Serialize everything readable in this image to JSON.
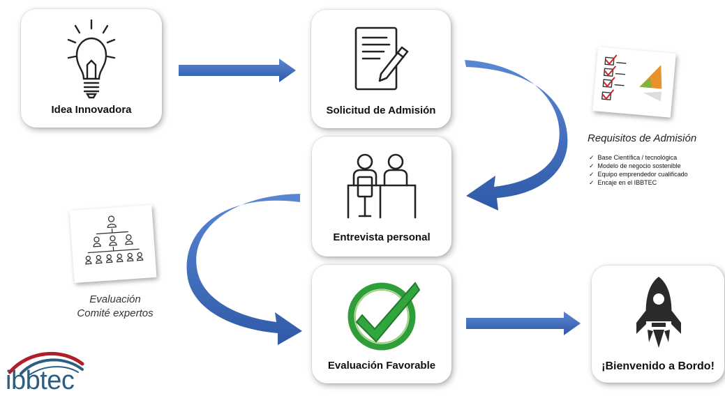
{
  "steps": {
    "idea": "Idea Innovadora",
    "solicitud": "Solicitud de Admisión",
    "entrevista": "Entrevista personal",
    "favorable": "Evaluación Favorable",
    "bienvenido": "¡Bienvenido a Bordo!"
  },
  "requisitos": {
    "title": "Requisitos de Admisión",
    "items": [
      "Base Científica / tecnológica",
      "Modelo de negocio sostenible",
      "Equipo emprendedor cualificado",
      "Encaje en el IBBTEC"
    ]
  },
  "evaluacion": {
    "line1": "Evaluación",
    "line2": "Comité expertos"
  },
  "logo": {
    "text": "ibbtec"
  },
  "colors": {
    "arrow": "#3f6cc0",
    "check_green": "#2f9e3a",
    "logo_blue": "#2c5e84",
    "logo_red": "#b01e2a"
  }
}
